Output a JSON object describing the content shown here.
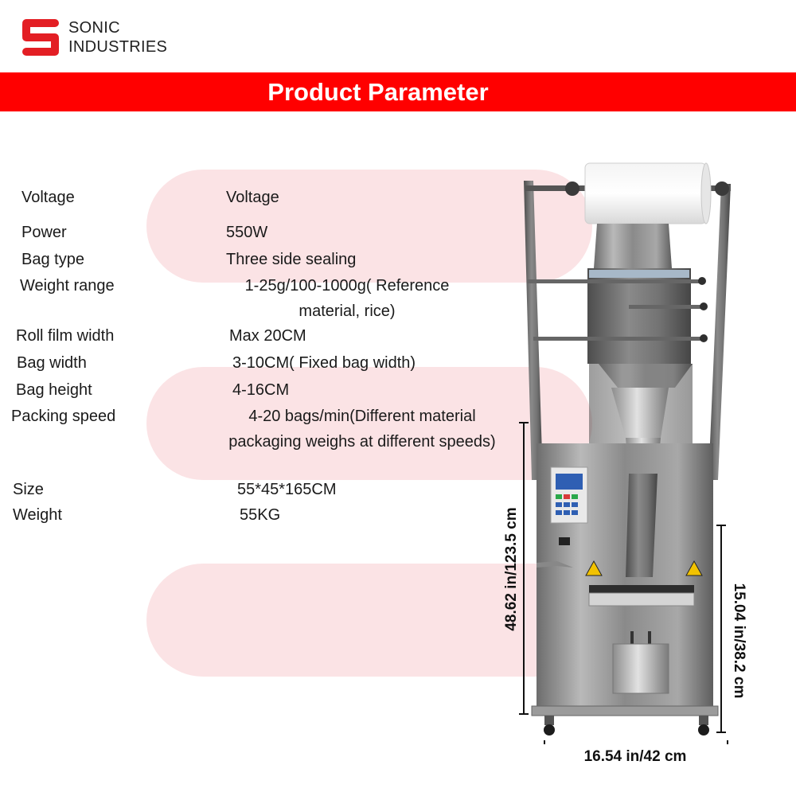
{
  "brand": {
    "line1": "SONIC",
    "line2": "INDUSTRIES",
    "color": "#e31e24"
  },
  "banner": {
    "title": "Product Parameter",
    "color": "#ff0000"
  },
  "params": [
    {
      "label": "Voltage",
      "value": "Voltage"
    },
    {
      "label": "Power",
      "value": "550W"
    },
    {
      "label": "Bag type",
      "value": "Three side sealing"
    },
    {
      "label": "Weight range",
      "value": "1-25g/100-1000g( Reference material, rice)"
    },
    {
      "label": "Roll film width",
      "value": "Max 20CM"
    },
    {
      "label": "Bag width",
      "value": "3-10CM( Fixed bag width)"
    },
    {
      "label": "Bag height",
      "value": "4-16CM"
    },
    {
      "label": "Packing speed",
      "value": "4-20 bags/min(Different material packaging weighs at different speeds)"
    },
    {
      "label": "Size",
      "value": "55*45*165CM"
    },
    {
      "label": "Weight",
      "value": "55KG"
    }
  ],
  "dimensions": {
    "height": "48.62 in/123.5 cm",
    "body_height": "15.04 in/38.2 cm",
    "width": "16.54 in/42 cm"
  },
  "machine": {
    "image": "packing-machine"
  }
}
